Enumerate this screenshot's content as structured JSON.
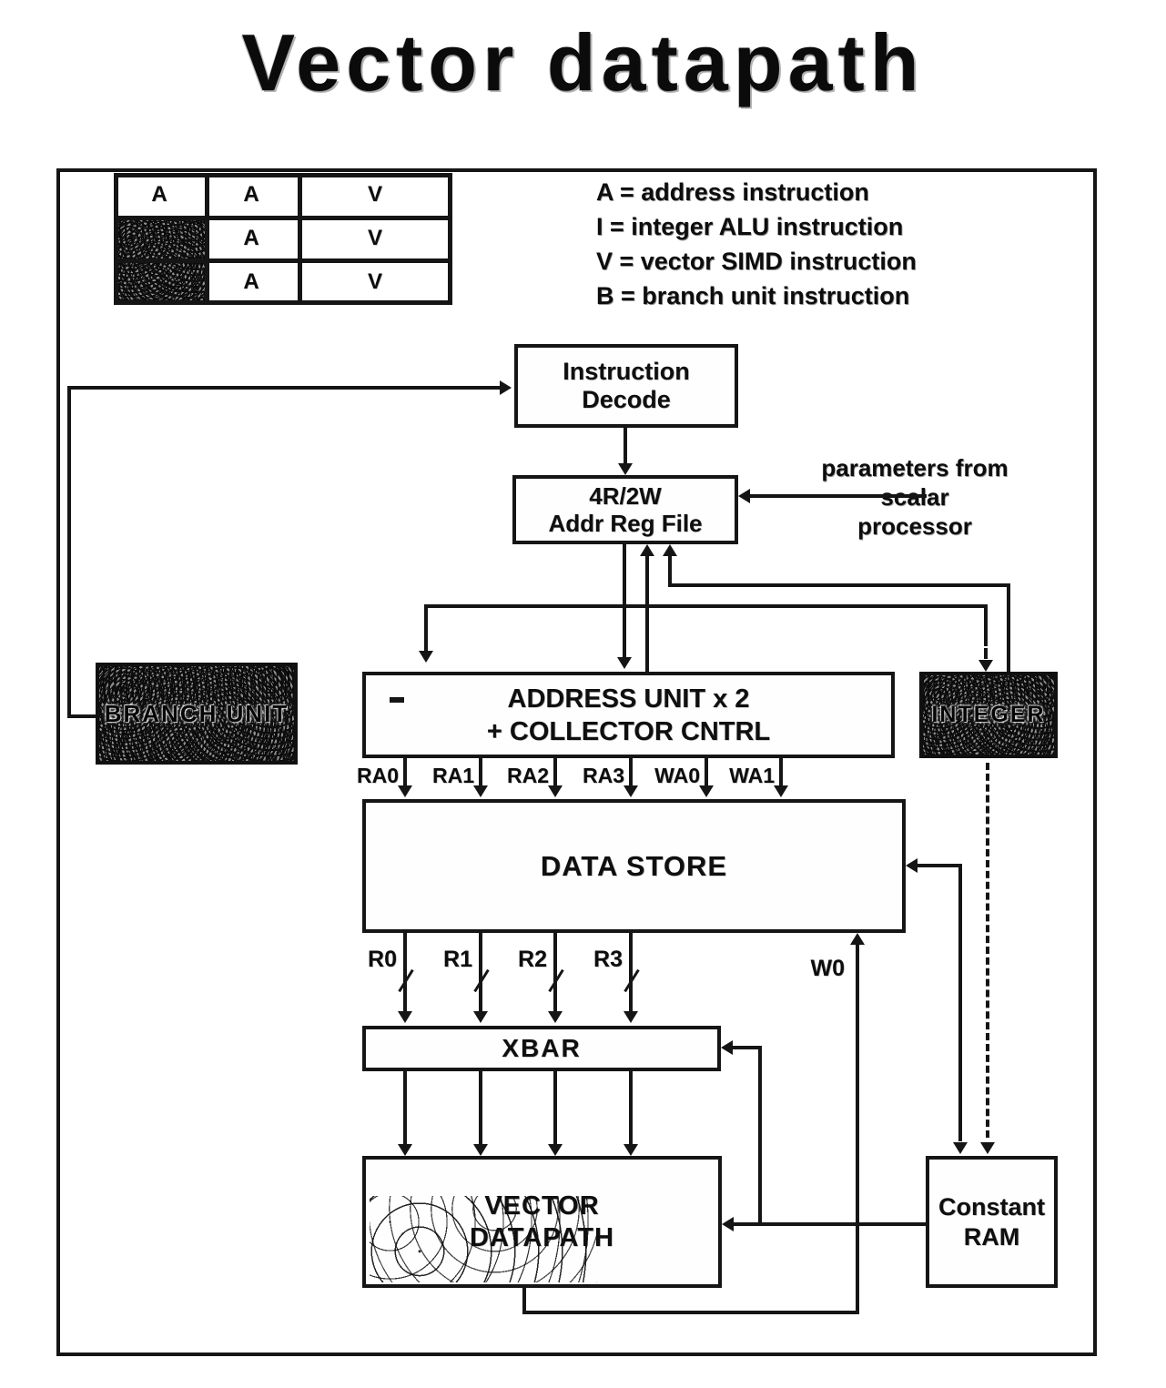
{
  "title": "Vector datapath",
  "table": {
    "rows": [
      [
        "A",
        "A",
        "V"
      ],
      [
        "",
        "A",
        "V"
      ],
      [
        "",
        "A",
        "V"
      ]
    ]
  },
  "legend": [
    "A = address instruction",
    "I = integer ALU instruction",
    "V = vector SIMD instruction",
    "B = branch unit instruction"
  ],
  "annotations": {
    "params_line1": "parameters from",
    "params_line2": "scalar",
    "params_line3": "processor"
  },
  "blocks": {
    "instruction_decode_l1": "Instruction",
    "instruction_decode_l2": "Decode",
    "addr_reg_file_l1": "4R/2W",
    "addr_reg_file_l2": "Addr Reg File",
    "branch_unit": "BRANCH UNIT",
    "address_unit_l1": "ADDRESS UNIT x 2",
    "address_unit_l2": "+ COLLECTOR CNTRL",
    "integer_unit": "INTEGER",
    "data_store": "DATA STORE",
    "xbar": "XBAR",
    "vector_datapath_l1": "VECTOR",
    "vector_datapath_l2": "DATAPATH",
    "constant_ram_l1": "Constant",
    "constant_ram_l2": "RAM"
  },
  "bus_labels": {
    "ra": [
      "RA0",
      "RA1",
      "RA2",
      "RA3",
      "WA0",
      "WA1"
    ],
    "r": [
      "R0",
      "R1",
      "R2",
      "R3"
    ],
    "w": "W0"
  },
  "colors": {
    "ink": "#151515",
    "paper": "#ffffff"
  }
}
